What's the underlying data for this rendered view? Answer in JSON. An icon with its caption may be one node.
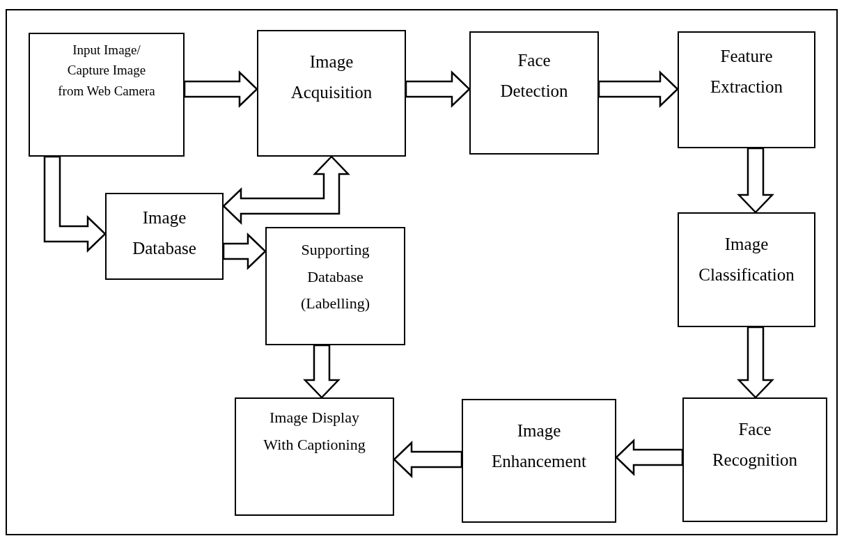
{
  "diagram": {
    "nodes": [
      {
        "text": [
          "Input Image/ Capture Image from Web Camera"
        ]
      },
      {
        "text": [
          "Image Acquisition"
        ]
      },
      {
        "text": [
          "Face Detection"
        ]
      },
      {
        "text": [
          "Feature Extraction"
        ]
      },
      {
        "text": [
          "Image Database"
        ]
      },
      {
        "text": [
          "Supporting Database (Labelling)"
        ]
      },
      {
        "text": [
          "Image Classification"
        ]
      },
      {
        "text": [
          "Image Display With Captioning"
        ]
      },
      {
        "text": [
          "Image Enhancement"
        ]
      },
      {
        "text": [
          "Face Recognition"
        ]
      }
    ],
    "edges": [
      {
        "from": 0,
        "to": 1,
        "arrow": "to"
      },
      {
        "from": 1,
        "to": 2,
        "arrow": "to"
      },
      {
        "from": 2,
        "to": 3,
        "arrow": "to"
      },
      {
        "from": 0,
        "to": 4,
        "arrow": "to"
      },
      {
        "from": 4,
        "to": 1,
        "arrow": "both"
      },
      {
        "from": 4,
        "to": 5,
        "arrow": "to"
      },
      {
        "from": 5,
        "to": 7,
        "arrow": "to"
      },
      {
        "from": 3,
        "to": 6,
        "arrow": "to"
      },
      {
        "from": 6,
        "to": 9,
        "arrow": "to"
      },
      {
        "from": 9,
        "to": 8,
        "arrow": "to"
      },
      {
        "from": 8,
        "to": 7,
        "arrow": "to"
      }
    ]
  }
}
